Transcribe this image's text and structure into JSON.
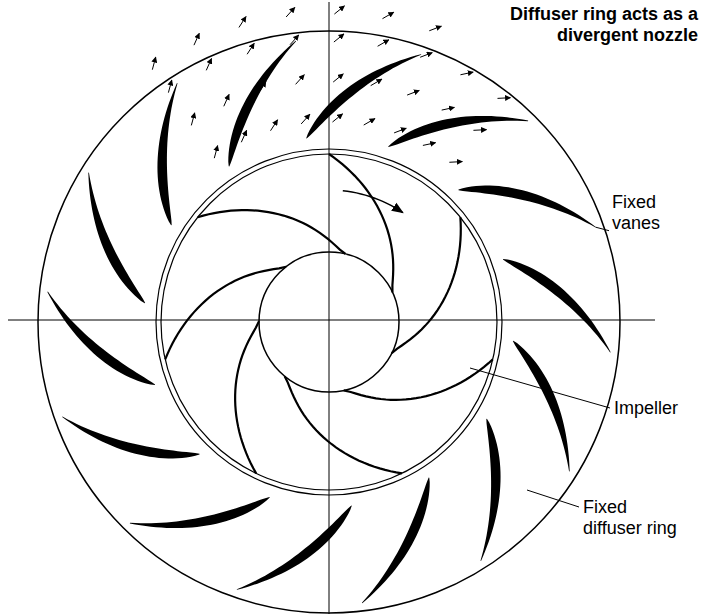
{
  "diagram": {
    "labels": [
      "Diffuser ring acts as a divergent nozzle",
      "Fixed vanes",
      "Impeller",
      "Fixed diffuser ring"
    ]
  }
}
